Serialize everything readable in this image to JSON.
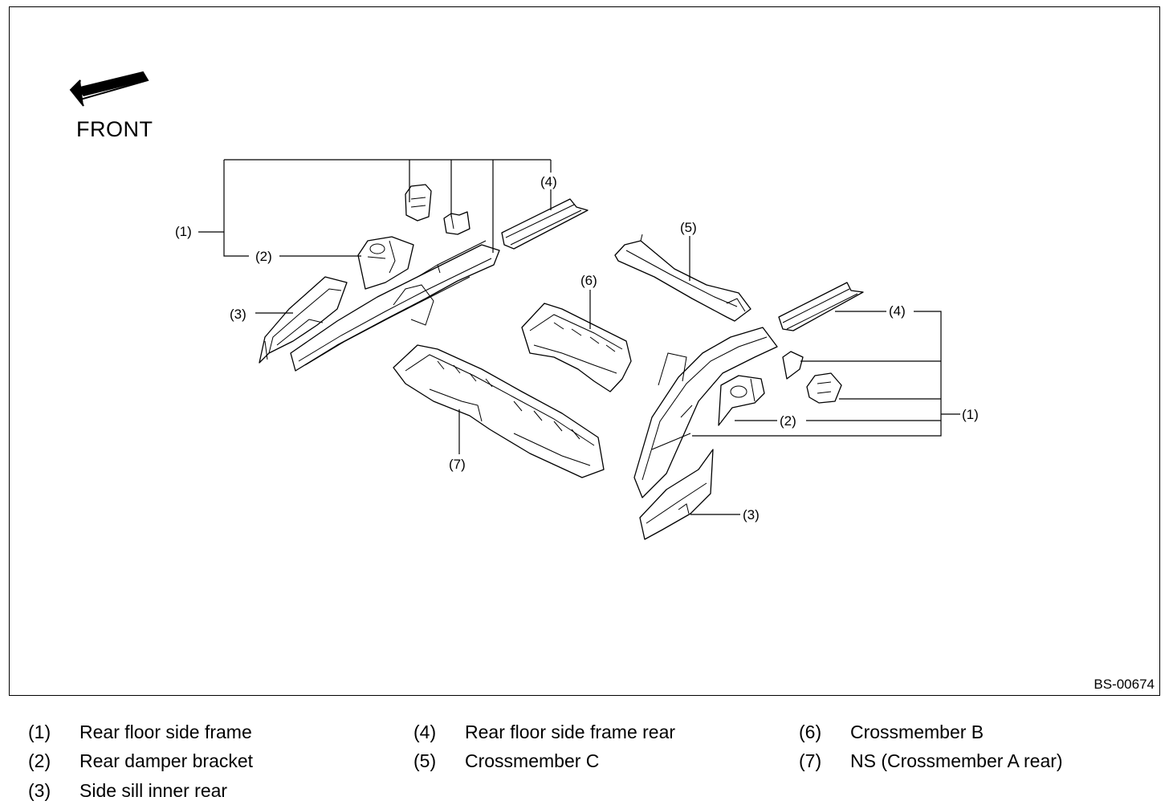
{
  "figure": {
    "front_label": "FRONT",
    "figure_id": "BS-00674"
  },
  "callouts": {
    "left_1": "(1)",
    "left_2": "(2)",
    "left_3": "(3)",
    "left_4": "(4)",
    "c5": "(5)",
    "c6": "(6)",
    "c7": "(7)",
    "right_1": "(1)",
    "right_2": "(2)",
    "right_3": "(3)",
    "right_4": "(4)"
  },
  "legend": [
    {
      "num": "(1)",
      "name": "Rear floor side frame"
    },
    {
      "num": "(2)",
      "name": "Rear damper bracket"
    },
    {
      "num": "(3)",
      "name": "Side sill inner rear"
    },
    {
      "num": "(4)",
      "name": "Rear floor side frame rear"
    },
    {
      "num": "(5)",
      "name": "Crossmember C"
    },
    {
      "num": "(6)",
      "name": "Crossmember B"
    },
    {
      "num": "(7)",
      "name": "NS (Crossmember A rear)"
    }
  ]
}
